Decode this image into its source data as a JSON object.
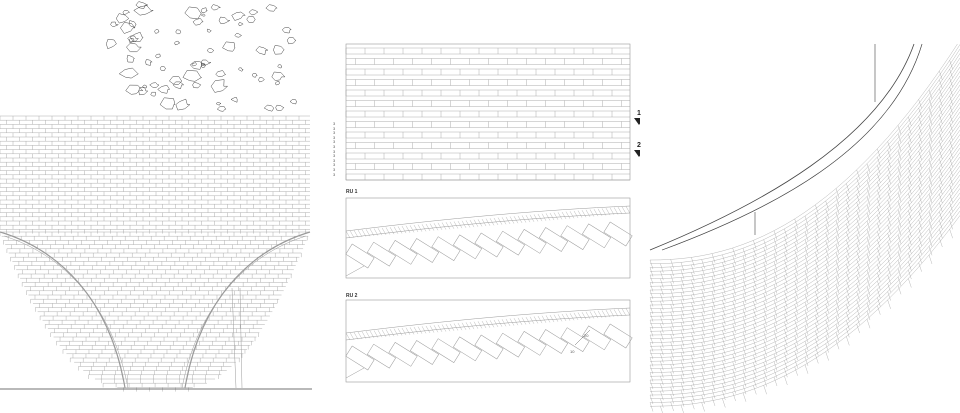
{
  "colors": {
    "line": "#9a9a9a",
    "dark_line": "#444444",
    "marker": "#222222",
    "background": "#ffffff"
  },
  "panels": {
    "elevation": {
      "name": "brick-basin-elevation"
    },
    "pattern": {
      "name": "brick-bond-elevation",
      "markers": [
        "1",
        "2"
      ],
      "course_labels": [
        "3",
        "3",
        "3",
        "3",
        "3",
        "3",
        "3",
        "3",
        "3",
        "3",
        "3",
        "3"
      ]
    },
    "section_1": {
      "label": "RU 1"
    },
    "section_2": {
      "label": "RU 2",
      "dimensions": [
        "20",
        "10"
      ]
    },
    "perspective": {
      "name": "curved-brick-wall-perspective"
    }
  }
}
